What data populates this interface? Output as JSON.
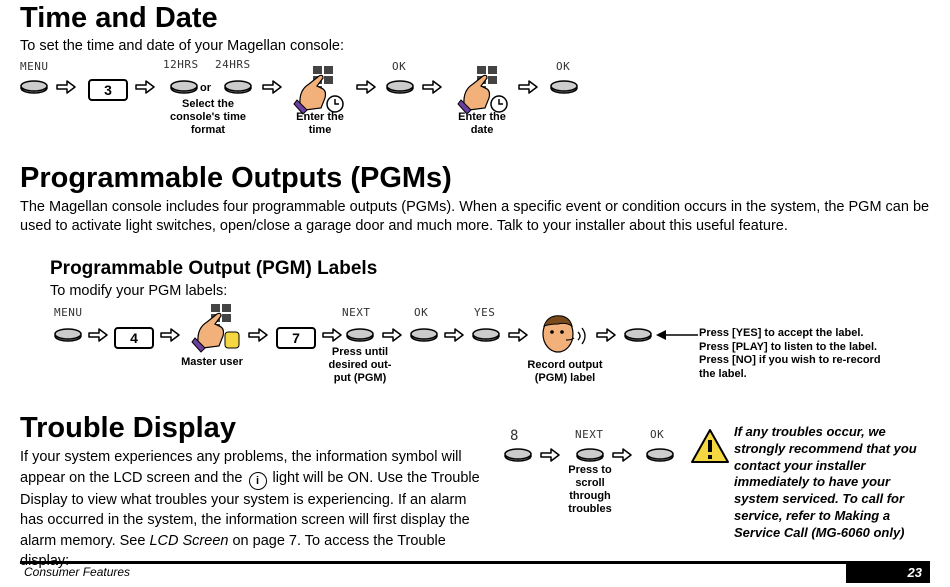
{
  "time_date": {
    "title": "Time and Date",
    "intro": "To set the time and date of your Magellan console:",
    "lcd_menu": "MENU",
    "key": "3",
    "lcd_12hrs": "12HRS",
    "lcd_24hrs": "24HRS",
    "or": "or",
    "cap_format": "Select the console's time format",
    "cap_time": "Enter the time",
    "lcd_ok1": "OK",
    "cap_date": "Enter the date",
    "lcd_ok2": "OK"
  },
  "pgm": {
    "title": "Programmable Outputs (PGMs)",
    "body": "The Magellan console includes four programmable outputs (PGMs). When a specific event or condition occurs in the system, the PGM can be used to activate light switches, open/close a garage door and much more. Talk to your installer about this useful feature.",
    "labels_title": "Programmable Output (PGM) Labels",
    "labels_intro": "To modify your PGM labels:",
    "lcd_menu": "MENU",
    "key1": "4",
    "cap_master": "Master user",
    "key2": "7",
    "lcd_next": "NEXT",
    "cap_next": "Press until desired out-put (PGM)",
    "lcd_ok": "OK",
    "lcd_yes": "YES",
    "cap_record": "Record output (PGM) label",
    "note_1": "Press [YES] to accept the label.",
    "note_2": "Press [PLAY] to listen to the label.",
    "note_3": "Press [NO] if you wish to re-record the label."
  },
  "trouble": {
    "title": "Trouble Display",
    "body_1": "If your system experiences any problems, the information symbol will appear on the LCD screen and the",
    "body_2": "light will be ON. Use the Trouble Display to view what troubles your system is experiencing. If an alarm has occurred in the system, the information screen will first display the alarm memory. See",
    "body_link": "LCD Screen",
    "body_3": "on page 7. To access the Trouble display:",
    "lcd_icon": "8",
    "lcd_next": "NEXT",
    "cap_scroll": "Press to scroll through troubles",
    "lcd_ok": "OK",
    "warning": "If any troubles occur, we strongly recommend that you contact your installer immediately to have your system serviced. To call for service, refer to Making a Service Call (MG-6060 only)"
  },
  "footer": {
    "section": "Consumer Features",
    "page": "23"
  }
}
